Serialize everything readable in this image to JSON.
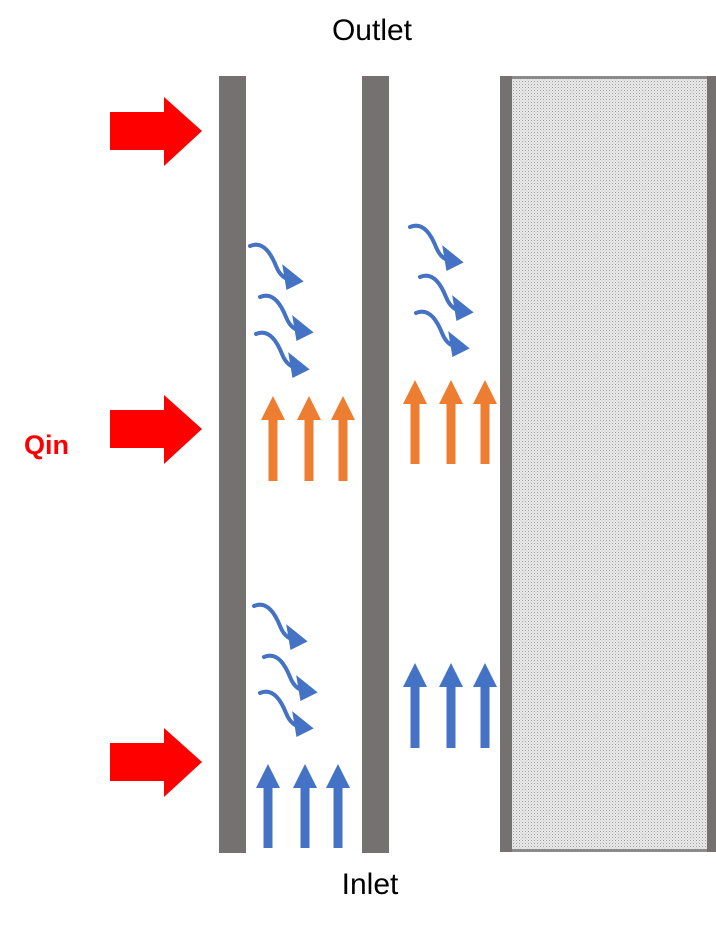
{
  "labels": {
    "outlet": "Outlet",
    "inlet": "Inlet",
    "qin": "Qin"
  },
  "colors": {
    "wall": "#767171",
    "heat_arrow": "#ff0000",
    "cool_flow": "#4472c4",
    "warm_flow": "#ed7d31",
    "insulation_fill": "#dcdcdc",
    "insulation_border": "#767171",
    "qin_text": "#ff0000"
  },
  "icons": {
    "heat_input": "red-block-arrow-right",
    "straight_flow": "arrow-up",
    "swirl_flow": "curved-arrow-down-right"
  },
  "layers": [
    "outer-wall",
    "first-air-channel",
    "inner-wall",
    "second-air-channel",
    "insulation"
  ]
}
